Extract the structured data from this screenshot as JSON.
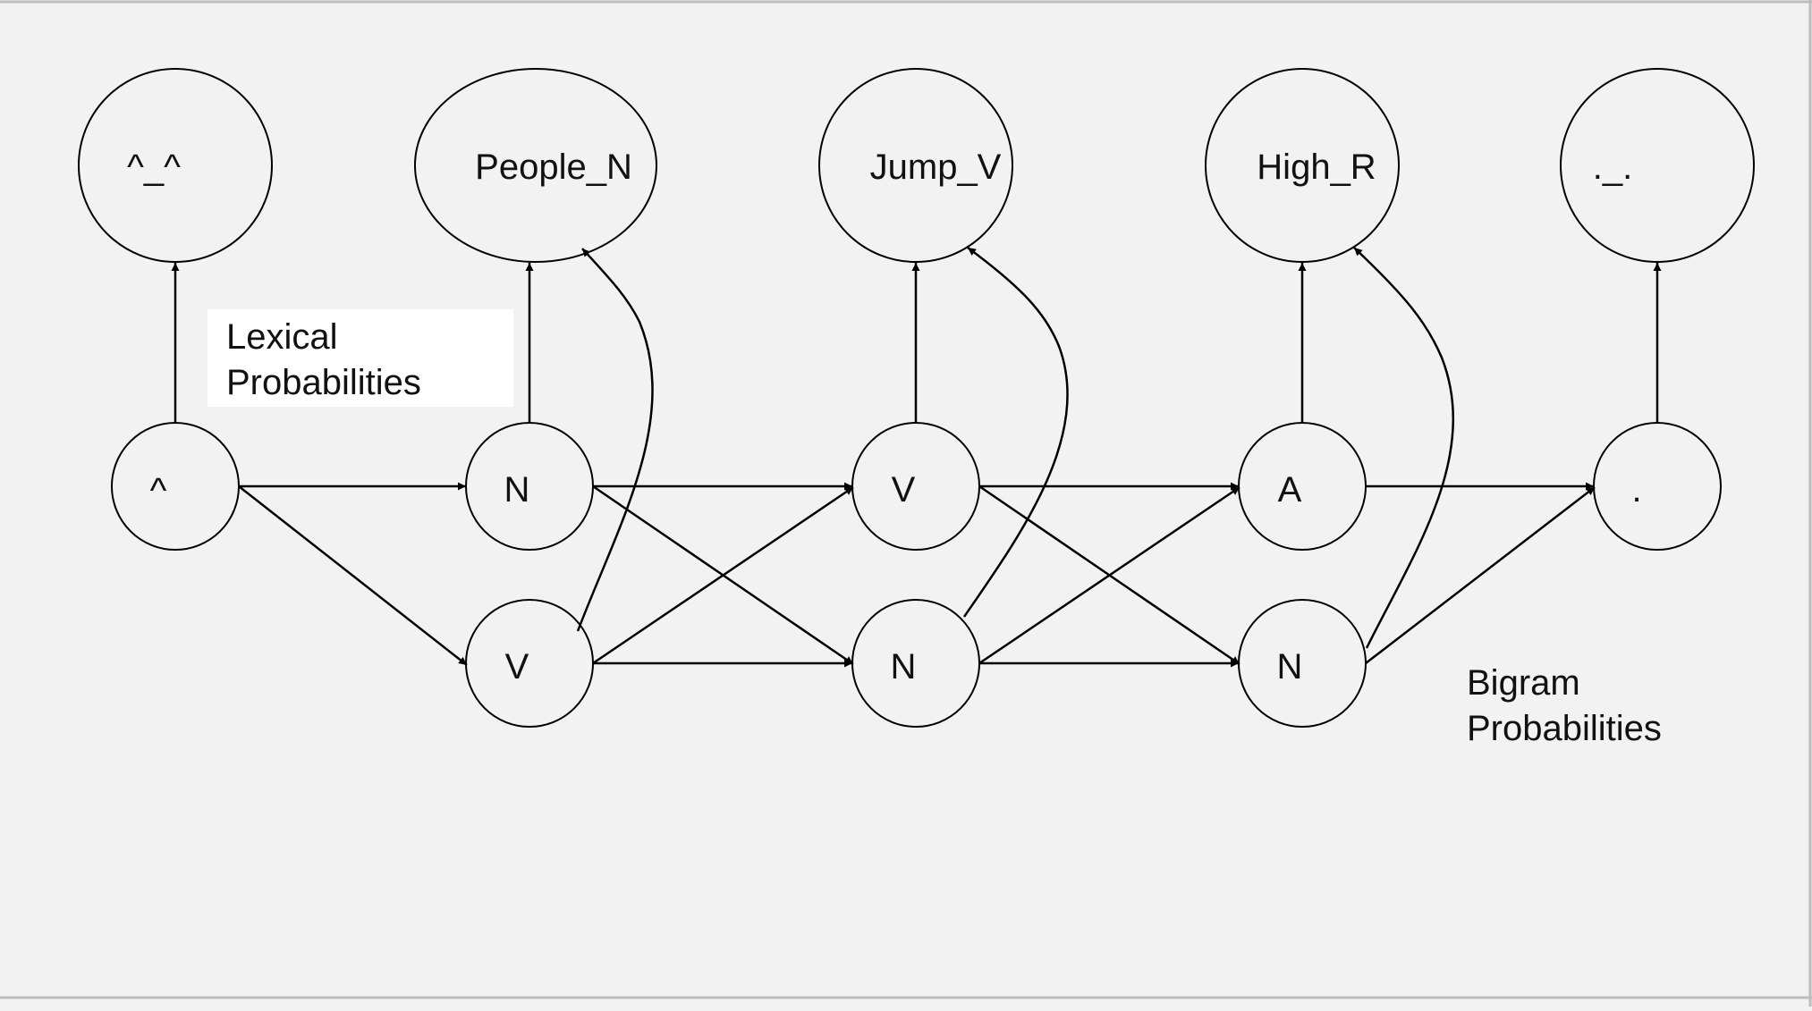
{
  "diagram": {
    "observation_nodes": [
      {
        "id": "obs-start",
        "label": "^_^"
      },
      {
        "id": "obs-people",
        "label": "People_N"
      },
      {
        "id": "obs-jump",
        "label": "Jump_V"
      },
      {
        "id": "obs-high",
        "label": "High_R"
      },
      {
        "id": "obs-end",
        "label": "._."
      }
    ],
    "state_nodes": [
      {
        "id": "s-start",
        "label": "^"
      },
      {
        "id": "s-n1",
        "label": "N"
      },
      {
        "id": "s-v1",
        "label": "V"
      },
      {
        "id": "s-v2",
        "label": "V"
      },
      {
        "id": "s-n2",
        "label": "N"
      },
      {
        "id": "s-a3",
        "label": "A"
      },
      {
        "id": "s-n3",
        "label": "N"
      },
      {
        "id": "s-end",
        "label": "."
      }
    ],
    "lexical_label": [
      "Lexical",
      "Probabilities"
    ],
    "bigram_label": [
      "Bigram",
      "Probabilities"
    ]
  }
}
